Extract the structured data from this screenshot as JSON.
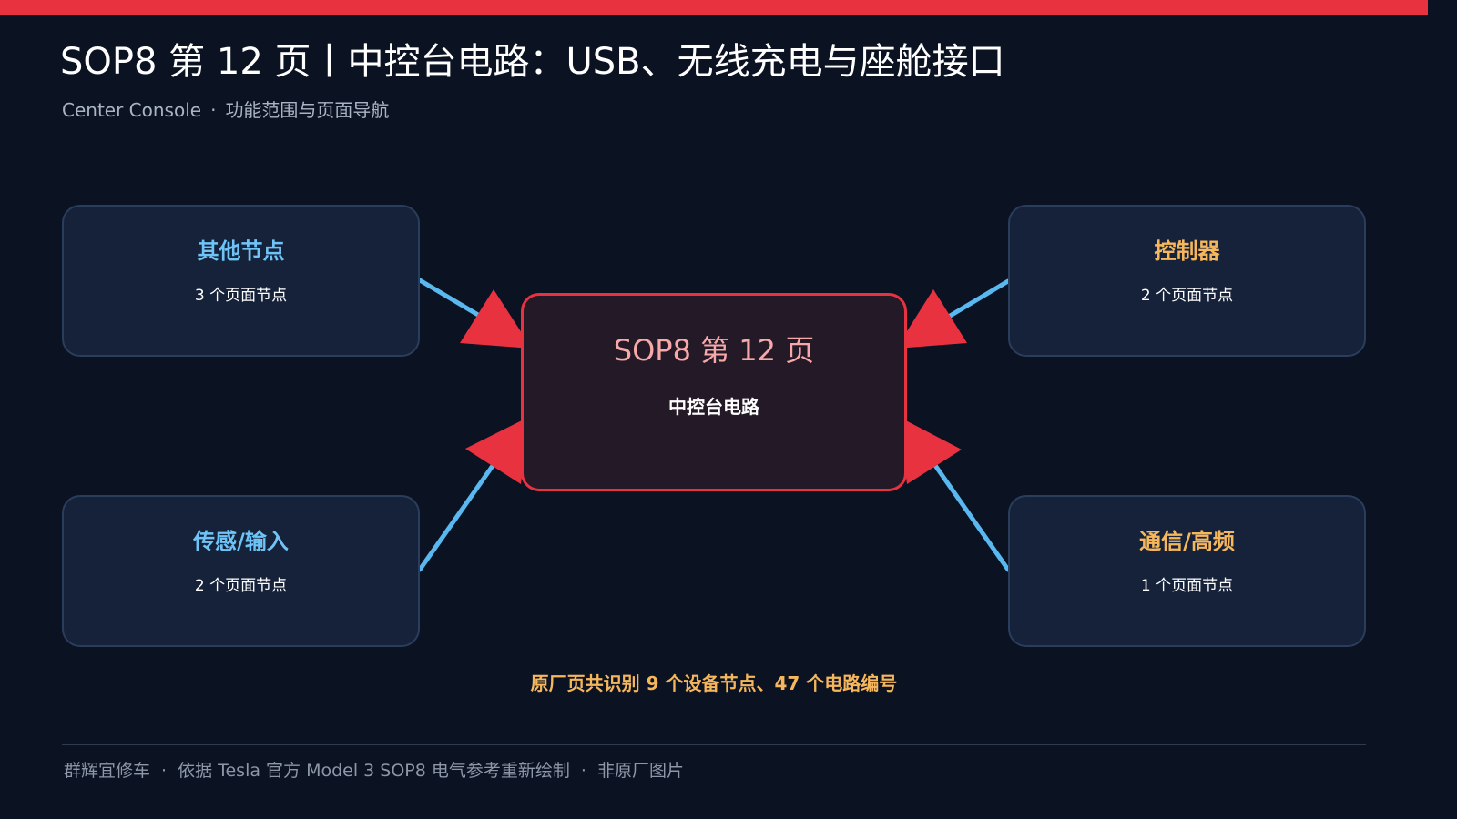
{
  "colors": {
    "accent": "#e8323f",
    "background": "#0b1222",
    "node_fill": "#16223a",
    "node_border": "#2a3d5c",
    "center_fill": "#241a27",
    "connector": "#5ab8f0",
    "blue_text": "#6ec4f6",
    "orange_text": "#f6b75c"
  },
  "header": {
    "title": "SOP8 第 12 页丨中控台电路：USB、无线充电与座舱接口",
    "subtitle_left": "Center Console",
    "subtitle_sep": "·",
    "subtitle_right": "功能范围与页面导航"
  },
  "center": {
    "title": "SOP8 第 12 页",
    "subtitle": "中控台电路"
  },
  "nodes": [
    {
      "label": "其他节点",
      "count": "3 个页面节点"
    },
    {
      "label": "控制器",
      "count": "2 个页面节点"
    },
    {
      "label": "传感/输入",
      "count": "2 个页面节点"
    },
    {
      "label": "通信/高频",
      "count": "1 个页面节点"
    }
  ],
  "summary": "原厂页共识别 9 个设备节点、47 个电路编号",
  "footer": {
    "part1": "群辉宜修车",
    "sep": "·",
    "part2": "依据 Tesla 官方 Model 3 SOP8 电气参考重新绘制",
    "part3": "非原厂图片"
  }
}
